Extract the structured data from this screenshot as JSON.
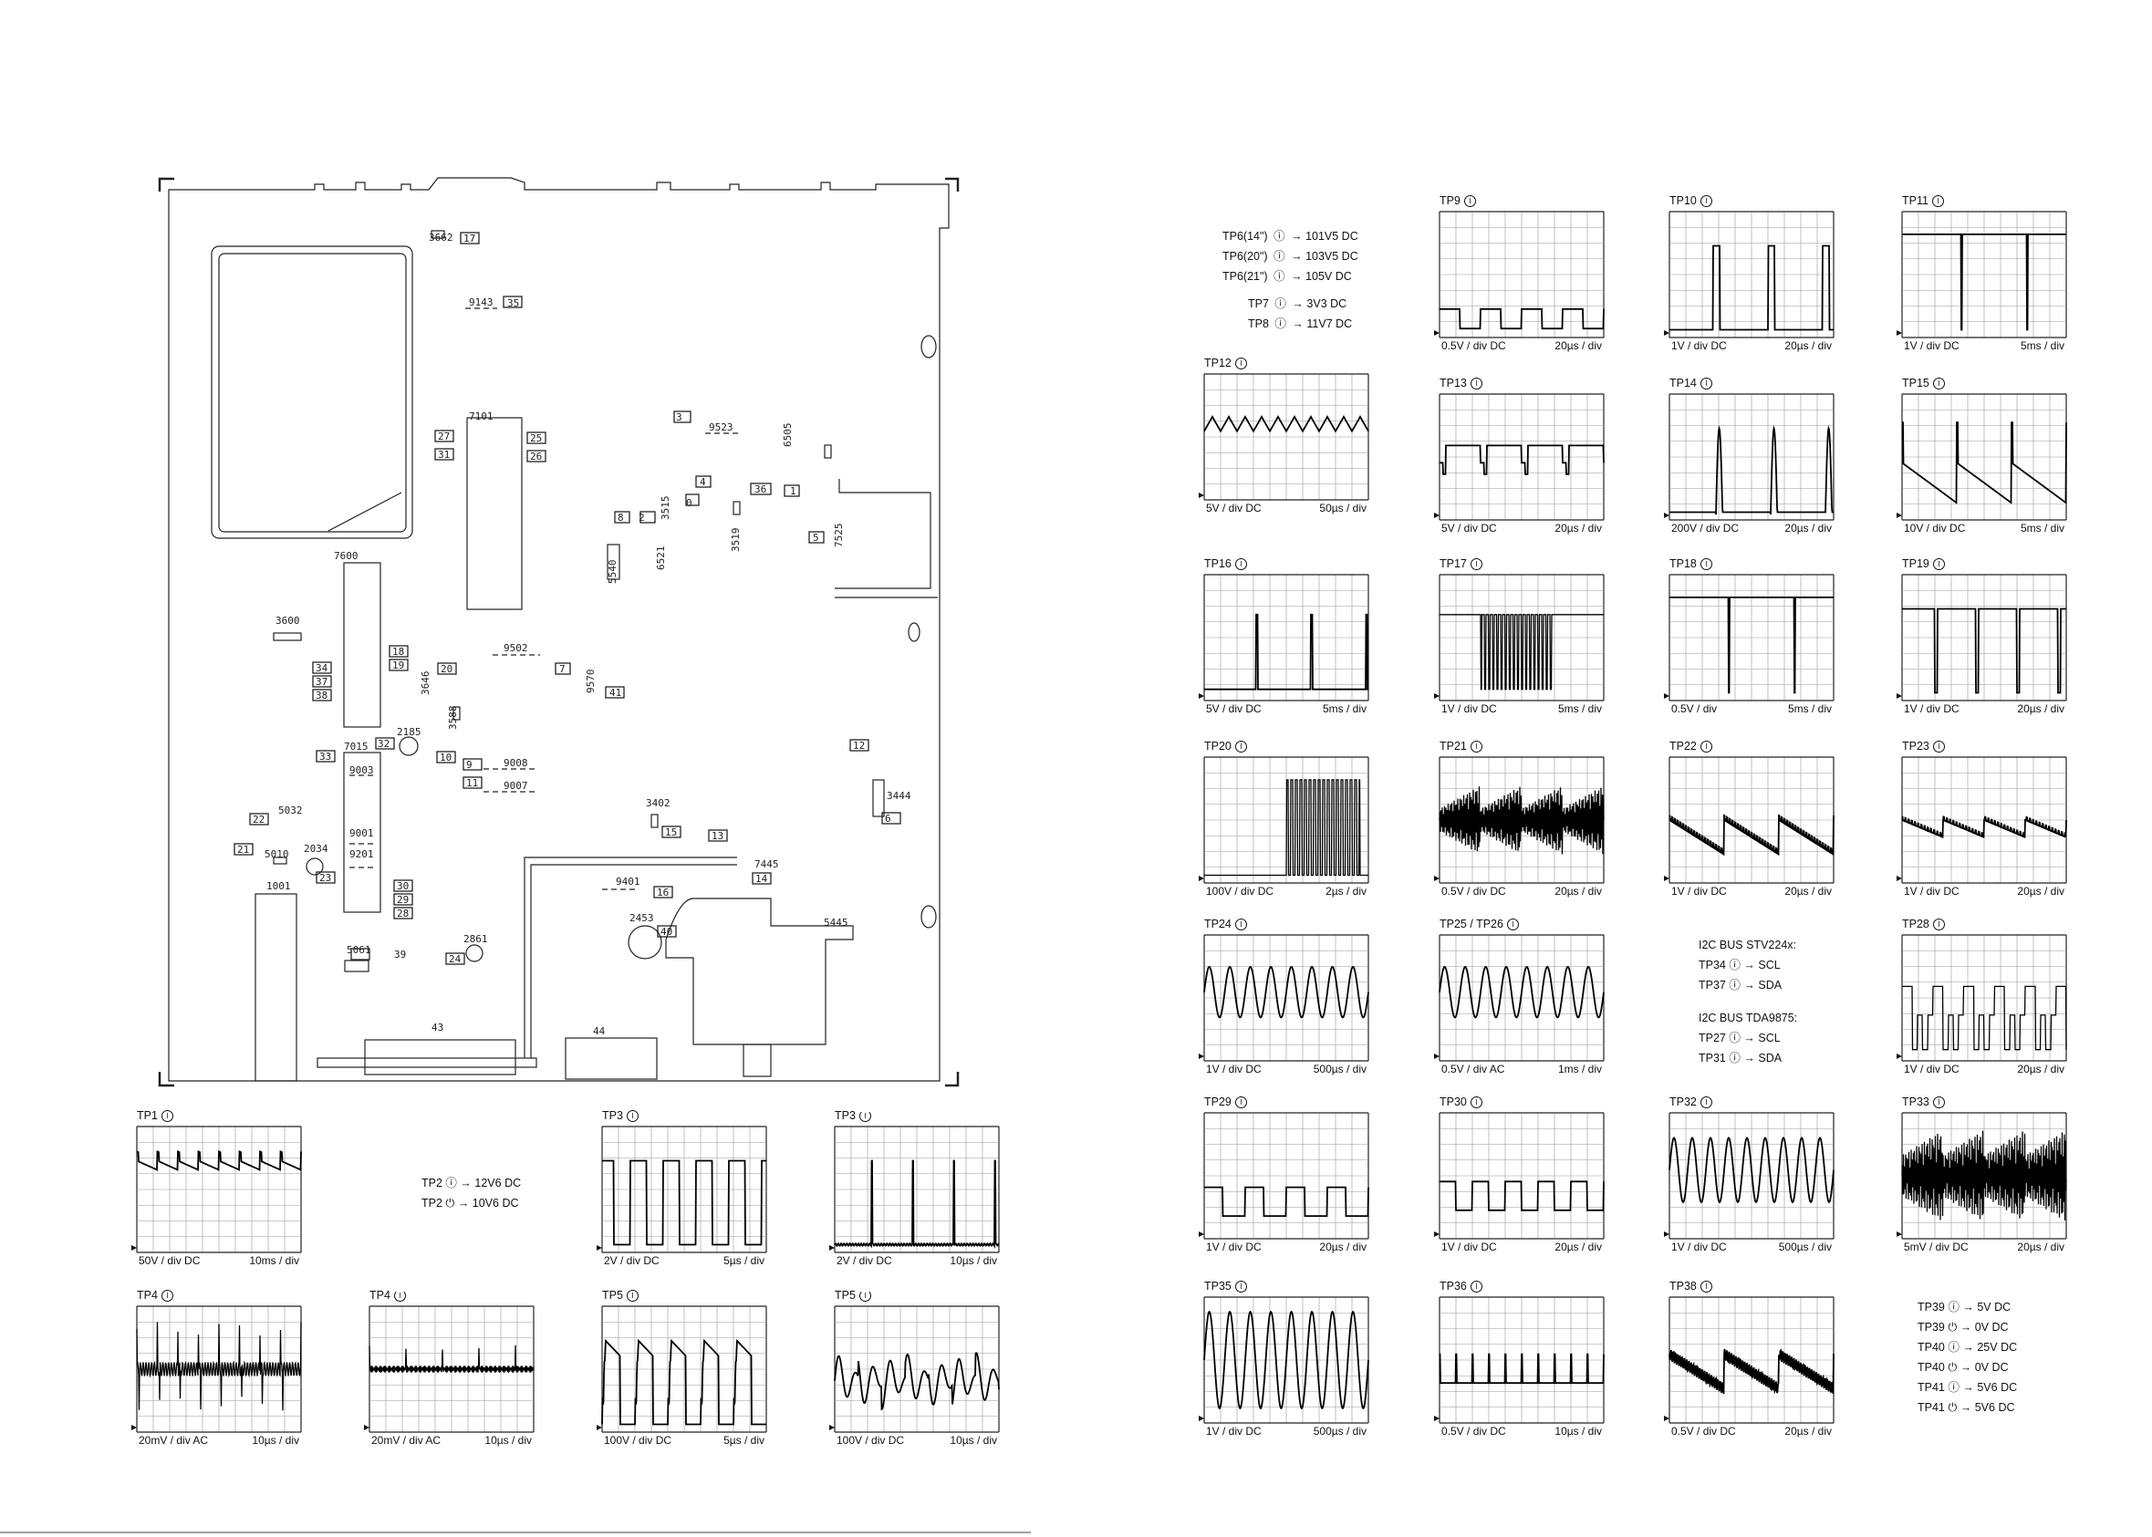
{
  "board": {
    "components": [
      "3662",
      "9143",
      "7101",
      "9523",
      "6505",
      "3515",
      "5540",
      "6521",
      "3519",
      "7525",
      "7600",
      "3600",
      "9502",
      "9570",
      "3646",
      "3588",
      "2185",
      "7015",
      "9003",
      "9001",
      "9201",
      "9008",
      "9007",
      "5032",
      "2034",
      "5010",
      "1001",
      "5061",
      "2861",
      "3402",
      "7445",
      "9401",
      "2453",
      "5445",
      "3444",
      "43",
      "44"
    ],
    "test_point_markers": [
      "1",
      "2",
      "3",
      "4",
      "5",
      "6",
      "7",
      "8",
      "9",
      "10",
      "11",
      "12",
      "13",
      "14",
      "16",
      "17",
      "18",
      "19",
      "20",
      "21",
      "22",
      "23",
      "24",
      "25",
      "26",
      "27",
      "28",
      "29",
      "30",
      "31",
      "32",
      "33",
      "34",
      "35",
      "36",
      "37",
      "38",
      "39",
      "40",
      "41"
    ]
  },
  "scopes": [
    {
      "tp": "TP1",
      "sym": "on",
      "volt": "50V / div  DC",
      "time": "10ms / div",
      "wave": "ripple"
    },
    {
      "tp": "TP3",
      "sym": "on",
      "volt": "2V / div  DC",
      "time": "5µs / div",
      "wave": "pulse_wide"
    },
    {
      "tp": "TP3",
      "sym": "off",
      "volt": "2V / div  DC",
      "time": "10µs / div",
      "wave": "spikes_low"
    },
    {
      "tp": "TP4",
      "sym": "on",
      "volt": "20mV / div  AC",
      "time": "10µs / div",
      "wave": "noise"
    },
    {
      "tp": "TP4",
      "sym": "off",
      "volt": "20mV / div  AC",
      "time": "10µs / div",
      "wave": "noise_small"
    },
    {
      "tp": "TP5",
      "sym": "on",
      "volt": "100V / div  DC",
      "time": "5µs / div",
      "wave": "ringing"
    },
    {
      "tp": "TP5",
      "sym": "off",
      "volt": "100V / div  DC",
      "time": "10µs / div",
      "wave": "ringing_decay"
    },
    {
      "tp": "TP9",
      "sym": "on",
      "volt": "0.5V / div DC",
      "time": "20µs / div",
      "wave": "square_low"
    },
    {
      "tp": "TP10",
      "sym": "on",
      "volt": "1V / div DC",
      "time": "20µs / div",
      "wave": "pulse_narrow_high"
    },
    {
      "tp": "TP11",
      "sym": "on",
      "volt": "1V / div DC",
      "time": "5ms / div",
      "wave": "high_dips"
    },
    {
      "tp": "TP12",
      "sym": "on",
      "volt": "5V / div  DC",
      "time": "50µs / div",
      "wave": "triangle"
    },
    {
      "tp": "TP13",
      "sym": "on",
      "volt": "5V / div  DC",
      "time": "20µs / div",
      "wave": "mid_dips"
    },
    {
      "tp": "TP14",
      "sym": "on",
      "volt": "200V / div  DC",
      "time": "20µs / div",
      "wave": "peaks"
    },
    {
      "tp": "TP15",
      "sym": "on",
      "volt": "10V / div  DC",
      "time": "5ms / div",
      "wave": "sawtooth"
    },
    {
      "tp": "TP16",
      "sym": "on",
      "volt": "5V / div  DC",
      "time": "5ms / div",
      "wave": "spikes"
    },
    {
      "tp": "TP17",
      "sym": "on",
      "volt": "1V / div  DC",
      "time": "5ms / div",
      "wave": "burst_dips"
    },
    {
      "tp": "TP18",
      "sym": "on",
      "volt": "0.5V / div",
      "time": "5ms / div",
      "wave": "high_dips"
    },
    {
      "tp": "TP19",
      "sym": "on",
      "volt": "1V / div  DC",
      "time": "20µs / div",
      "wave": "high_dips_wide"
    },
    {
      "tp": "TP20",
      "sym": "on",
      "volt": "100V / div  DC",
      "time": "2µs / div",
      "wave": "burst_up"
    },
    {
      "tp": "TP21",
      "sym": "on",
      "volt": "0.5V / div  DC",
      "time": "20µs / div",
      "wave": "video"
    },
    {
      "tp": "TP22",
      "sym": "on",
      "volt": "1V / div  DC",
      "time": "20µs / div",
      "wave": "steps_down"
    },
    {
      "tp": "TP23",
      "sym": "on",
      "volt": "1V / div  DC",
      "time": "20µs / div",
      "wave": "steps_small"
    },
    {
      "tp": "TP24",
      "sym": "on",
      "volt": "1V / div  DC",
      "time": "500µs / div",
      "wave": "sine8"
    },
    {
      "tp": "TP25 / TP26",
      "sym": "on",
      "volt": "0.5V / div  AC",
      "time": "1ms / div",
      "wave": "sine8"
    },
    {
      "tp": "TP28",
      "sym": "on",
      "volt": "1V / div  DC",
      "time": "20µs / div",
      "wave": "data"
    },
    {
      "tp": "TP29",
      "sym": "on",
      "volt": "1V / div  DC",
      "time": "20µs / div",
      "wave": "square_mid"
    },
    {
      "tp": "TP30",
      "sym": "on",
      "volt": "1V / div  DC",
      "time": "20µs / div",
      "wave": "square_mid2"
    },
    {
      "tp": "TP32",
      "sym": "on",
      "volt": "1V / div  DC",
      "time": "500µs / div",
      "wave": "sine9"
    },
    {
      "tp": "TP33",
      "sym": "on",
      "volt": "5mV / div  DC",
      "time": "20µs / div",
      "wave": "video_big"
    },
    {
      "tp": "TP35",
      "sym": "on",
      "volt": "1V / div  DC",
      "time": "500µs / div",
      "wave": "sine_big"
    },
    {
      "tp": "TP36",
      "sym": "on",
      "volt": "0.5V / div  DC",
      "time": "10µs / div",
      "wave": "narrow_spikes"
    },
    {
      "tp": "TP38",
      "sym": "on",
      "volt": "0.5V / div  DC",
      "time": "20µs / div",
      "wave": "steps_noisy"
    }
  ],
  "dc_readings_top": [
    {
      "tp": "TP6(14\")",
      "sym": "on",
      "value": "101V5 DC"
    },
    {
      "tp": "TP6(20\")",
      "sym": "on",
      "value": "103V5 DC"
    },
    {
      "tp": "TP6(21\")",
      "sym": "on",
      "value": "105V DC"
    },
    {
      "tp": "TP7",
      "sym": "on",
      "value": "3V3  DC"
    },
    {
      "tp": "TP8",
      "sym": "on",
      "value": "11V7 DC"
    }
  ],
  "dc_readings_tp2": [
    {
      "tp": "TP2",
      "sym": "on",
      "value": "12V6  DC"
    },
    {
      "tp": "TP2",
      "sym": "off",
      "value": "10V6  DC"
    }
  ],
  "dc_readings_bottom": [
    {
      "tp": "TP39",
      "sym": "on",
      "value": "5V  DC"
    },
    {
      "tp": "TP39",
      "sym": "off",
      "value": "0V  DC"
    },
    {
      "tp": "TP40",
      "sym": "on",
      "value": "25V  DC"
    },
    {
      "tp": "TP40",
      "sym": "off",
      "value": "0V  DC"
    },
    {
      "tp": "TP41",
      "sym": "on",
      "value": "5V6  DC"
    },
    {
      "tp": "TP41",
      "sym": "off",
      "value": "5V6  DC"
    }
  ],
  "i2c": {
    "bus1_title": "I2C BUS  STV224x:",
    "bus1": [
      {
        "tp": "TP34",
        "sym": "on",
        "signal": "SCL"
      },
      {
        "tp": "TP37",
        "sym": "on",
        "signal": "SDA"
      }
    ],
    "bus2_title": "I2C BUS  TDA9875:",
    "bus2": [
      {
        "tp": "TP27",
        "sym": "on",
        "signal": "SCL"
      },
      {
        "tp": "TP31",
        "sym": "on",
        "signal": "SDA"
      }
    ]
  }
}
